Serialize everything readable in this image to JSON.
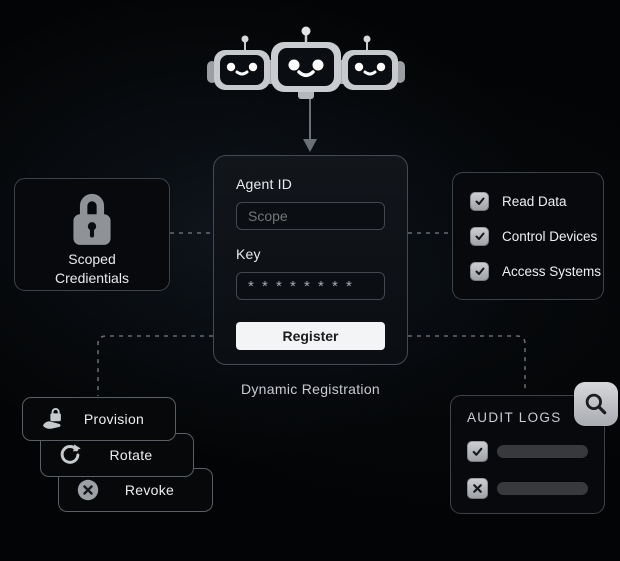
{
  "form": {
    "agent_id_label": "Agent ID",
    "agent_id_placeholder": "Scope",
    "key_label": "Key",
    "key_masked_value": "* * * * * * * *",
    "register_label": "Register",
    "caption": "Dynamic Registration"
  },
  "credentials_card": {
    "title_line1": "Scoped",
    "title_line2": "Credientials",
    "icon": "lock-icon"
  },
  "permissions_card": {
    "items": [
      {
        "label": "Read Data",
        "checked": true
      },
      {
        "label": "Control Devices",
        "checked": true
      },
      {
        "label": "Access Systems",
        "checked": true
      }
    ]
  },
  "lifecycle_buttons": [
    {
      "label": "Provision",
      "icon": "hand-lock-icon"
    },
    {
      "label": "Rotate",
      "icon": "rotate-arrow-icon"
    },
    {
      "label": "Revoke",
      "icon": "circle-x-icon"
    }
  ],
  "audit_card": {
    "title": "AUDIT LOGS",
    "rows": [
      {
        "icon": "check-icon",
        "status": "checked"
      },
      {
        "icon": "x-icon",
        "status": "crossed"
      }
    ],
    "search_icon": "magnifier-icon"
  },
  "robots": {
    "count": 3
  },
  "colors": {
    "background": "#030405",
    "card_background": "#07090c",
    "card_border": "#3e434a",
    "robot_shell": "#c7cacd",
    "dashed_line": "#7d838b",
    "register_button": "#f3f4f5",
    "checkbox_fill": "#b9bcc1",
    "audit_bar": "#38393c"
  }
}
